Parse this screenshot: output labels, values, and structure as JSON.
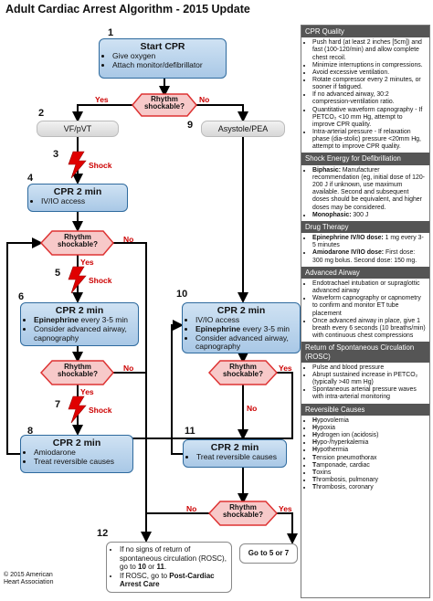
{
  "title": "Adult Cardiac Arrest Algorithm - 2015 Update",
  "steps": {
    "s1": "1",
    "s2": "2",
    "s3": "3",
    "s4": "4",
    "s5": "5",
    "s6": "6",
    "s7": "7",
    "s8": "8",
    "s9": "9",
    "s10": "10",
    "s11": "11",
    "s12": "12"
  },
  "start": {
    "title": "Start CPR",
    "items": [
      "Give oxygen",
      "Attach monitor/defibrillator"
    ]
  },
  "decision": {
    "line1": "Rhythm",
    "line2": "shockable?"
  },
  "yes": "Yes",
  "no": "No",
  "shock": "Shock",
  "vf": "VF/pVT",
  "asys": "Asystole/PEA",
  "cpr": "CPR 2 min",
  "box4": {
    "items": [
      "IV/IO access"
    ]
  },
  "box6": {
    "items": [
      {
        "b": "Epinephrine",
        "t": " every 3-5 min"
      },
      {
        "b": "",
        "t": "Consider advanced airway, capnography"
      }
    ]
  },
  "box8": {
    "items": [
      "Amiodarone",
      "Treat reversible causes"
    ]
  },
  "box10": {
    "items": [
      {
        "b": "",
        "t": "IV/IO access"
      },
      {
        "b": "Epinephrine",
        "t": " every 3-5 min"
      },
      {
        "b": "",
        "t": "Consider advanced airway, capnography"
      }
    ]
  },
  "box11": {
    "items": [
      "Treat reversible causes"
    ]
  },
  "box12": {
    "items": [
      {
        "pre": "If no signs of return of spontaneous circulation (ROSC), go to ",
        "b1": "10",
        "mid": " or ",
        "b2": "11",
        "post": "."
      },
      {
        "pre": "If ROSC, go to ",
        "b1": "Post-Cardiac Arrest Care",
        "mid": "",
        "b2": "",
        "post": ""
      }
    ]
  },
  "goto": "Go to 5 or 7",
  "copyright": {
    "line1": "© 2015 American",
    "line2": "Heart Association"
  },
  "panel": {
    "cpr_quality": {
      "header": "CPR Quality",
      "items": [
        "Push hard (at least 2 inches [5cm]) and fast (100-120/min) and allow complete chest recoil.",
        "Minimize interruptions in compressions.",
        "Avoid excessive ventilation.",
        "Rotate compressor every 2 minutes, or sooner if fatigued.",
        "If no advanced airway, 30:2 compression-ventilation ratio.",
        "Quantitative waveform capnography - If PETCO₂ <10 mm Hg, attempt to improve CPR quality.",
        "Intra-arterial pressure - If relaxation phase (dia-stolic) pressure <20mm Hg, attempt to improve CPR quality."
      ]
    },
    "shock_energy": {
      "header": "Shock Energy for Defibrillation",
      "items": [
        {
          "b": "Biphasic:",
          "t": " Manufacturer recommendation (eg, initial dose of 120-200 J if unknown, use maximum available. Second and subsequent doses should be equivalent, and higher doses may be considered."
        },
        {
          "b": "Monophasic:",
          "t": " 300 J"
        }
      ]
    },
    "drug": {
      "header": "Drug Therapy",
      "items": [
        {
          "b": "Epinephrine IV/IO dose:",
          "t": " 1 mg every 3-5 minutes"
        },
        {
          "b": "Amiodarone IV/IO dose:",
          "t": " First dose: 300 mg bolus. Second dose: 150 mg."
        }
      ]
    },
    "airway": {
      "header": "Advanced Airway",
      "items": [
        "Endotrachael intubation or supraglottic advanced airway",
        "Waveform capnography or capnometry to confirm and monitor ET tube placement",
        "Once advanced airway in place, give 1 breath every 6 seconds (10 breaths/min) with continuous chest compressions"
      ]
    },
    "rosc": {
      "header": "Return of Spontaneous Circulation (ROSC)",
      "items": [
        "Pulse and blood pressure",
        "Abrupt sustained increase in PETCO₂ (typically >40 mm Hg)",
        "Spontaneous arterial pressure waves with intra-arterial monitoring"
      ]
    },
    "causes": {
      "header": "Reversible Causes",
      "items": [
        {
          "b": "H",
          "t": "ypovolemia"
        },
        {
          "b": "H",
          "t": "ypoxia"
        },
        {
          "b": "H",
          "t": "ydrogen ion (acidosis)"
        },
        {
          "b": "H",
          "t": "ypo-/hyperkalemia"
        },
        {
          "b": "H",
          "t": "ypothermia"
        },
        {
          "b": "T",
          "t": "ension pneumothorax"
        },
        {
          "b": "T",
          "t": "amponade, cardiac"
        },
        {
          "b": "T",
          "t": "oxins"
        },
        {
          "b": "T",
          "t": "hrombosis, pulmonary"
        },
        {
          "b": "T",
          "t": "hrombosis, coronary"
        }
      ]
    }
  }
}
